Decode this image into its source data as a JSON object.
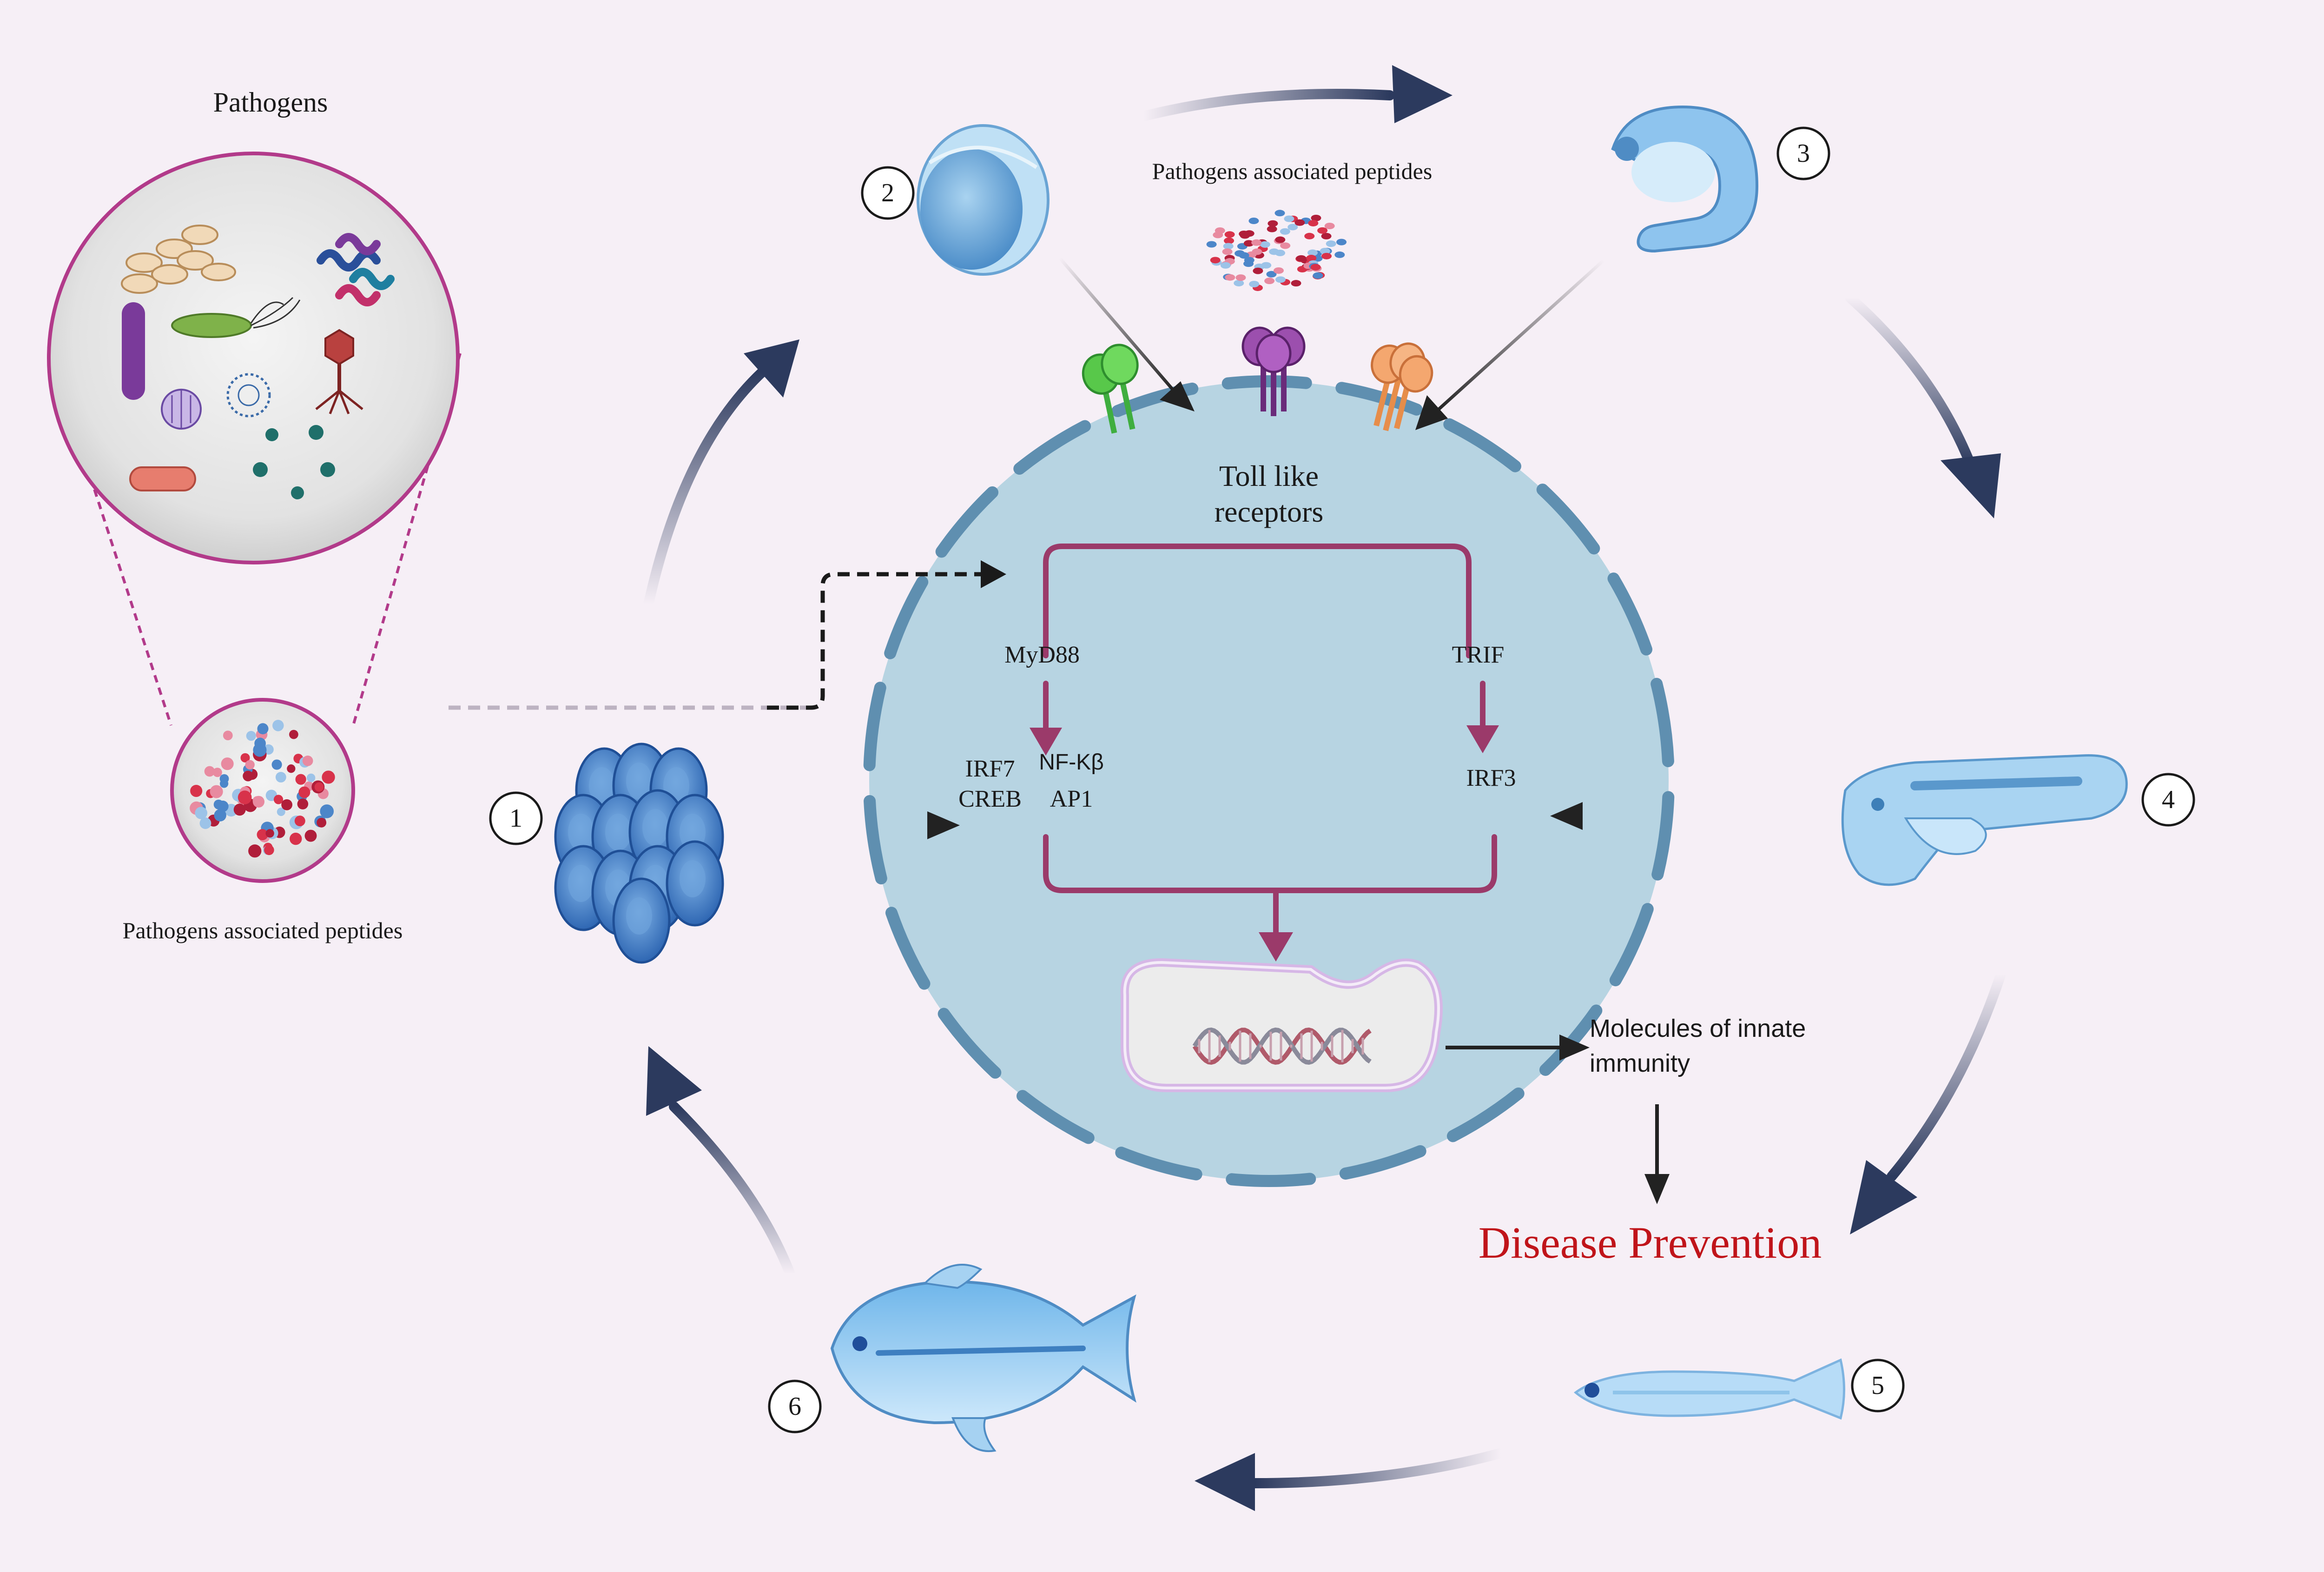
{
  "labels": {
    "pathogens_title": "Pathogens",
    "pathogen_peptides_left": "Pathogens associated peptides",
    "pathogen_peptides_top": "Pathogens associated peptides",
    "tlr_line1": "Toll like",
    "tlr_line2": "receptors",
    "myd88": "MyD88",
    "trif": "TRIF",
    "irf7": "IRF7",
    "nfkb": "NF-Κβ",
    "creb": "CREB",
    "ap1": "AP1",
    "irf3": "IRF3",
    "innate_line1": "Molecules of innate",
    "innate_line2": "immunity",
    "disease_prevention": "Disease Prevention"
  },
  "stages": [
    {
      "number": "1"
    },
    {
      "number": "2"
    },
    {
      "number": "3"
    },
    {
      "number": "4"
    },
    {
      "number": "5"
    },
    {
      "number": "6"
    }
  ],
  "colors": {
    "background": "#f6eff6",
    "cell": "#b7d4e2",
    "cell_membrane": "#5f8fb0",
    "pathway": "#9b3a6a",
    "cycle_arrow": "#2c3a5e",
    "disease_prevention": "#c0141a",
    "magnifier_ring": "#b23a8a"
  }
}
